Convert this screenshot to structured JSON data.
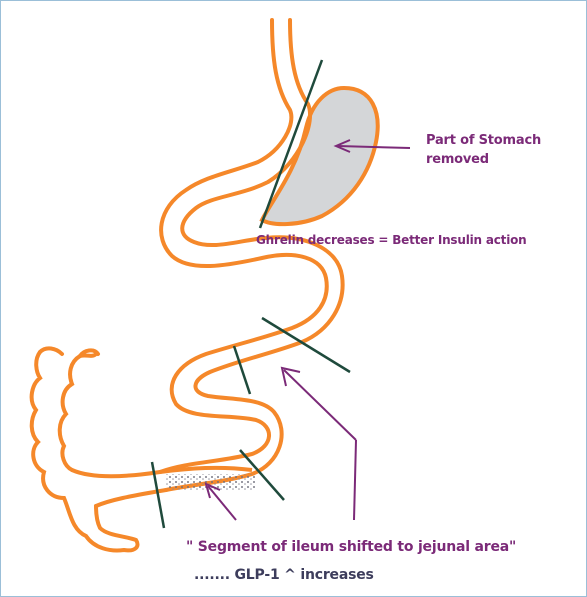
{
  "labels": {
    "stomach_line1": "Part of Stomach",
    "stomach_line2": "removed",
    "ghrelin": "Ghrelin decreases = Better Insulin action",
    "ileum": "\" Segment of ileum shifted to jejunal area\"",
    "glp1": "....... GLP-1 ^ increases"
  },
  "colors": {
    "intestine": "#f5882a",
    "cut_line": "#1f4a3c",
    "arrow": "#7b2a78",
    "removed_stomach_fill": "#d4d6d8",
    "text": "#7b2a78",
    "frame": "#9bbfd8"
  }
}
